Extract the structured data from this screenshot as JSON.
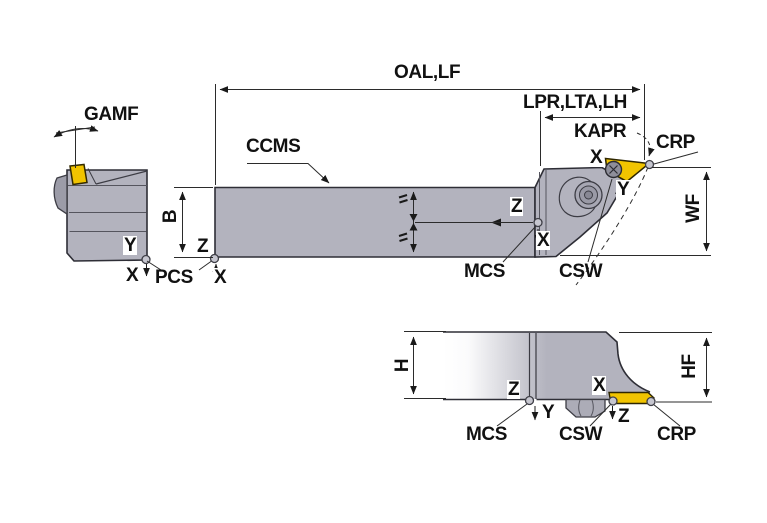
{
  "diagram": {
    "colors": {
      "body_fill": "#b3b3be",
      "body_edge": "#2e2e36",
      "insert_yellow": "#f1c400",
      "dimension_line": "#2b2b2b",
      "text": "#111111",
      "background": "#ffffff"
    },
    "labels": {
      "gamf": "GAMF",
      "oal_lf": "OAL,LF",
      "lpr_lta_lh": "LPR,LTA,LH",
      "kapr": "KAPR",
      "crp": "CRP",
      "ccms": "CCMS",
      "b": "B",
      "pcs": "PCS",
      "mcs": "MCS",
      "csw": "CSW",
      "wf": "WF",
      "h": "H",
      "hf": "HF",
      "axis_x": "X",
      "axis_y": "Y",
      "axis_z": "Z"
    }
  }
}
